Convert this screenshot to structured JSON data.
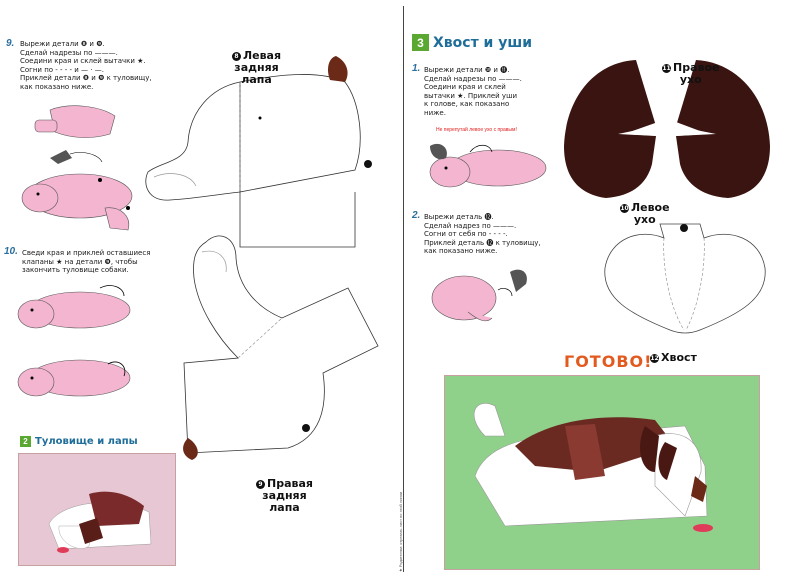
{
  "left": {
    "step9": {
      "number": "9.",
      "text": "Вырежи детали ❽ и ❾.\nСделай надрезы по ———.\nСоедини края и склей вытачки ★.\nСогни по - - - - и — · —.\nПриклей детали ❽ и ❾ к туловищу,\nкак показано ниже."
    },
    "step10": {
      "number": "10.",
      "text": "Сведи края и приклей оставшиеся\nклапаны ★ на детали ❾, чтобы\nзакончить туловище собаки."
    },
    "part8": {
      "num": "8",
      "label": "Левая\nзадняя\nлапа"
    },
    "part9": {
      "num": "9",
      "label": "Правая\nзадняя\nлапа"
    },
    "section2": {
      "num": "2",
      "title": "Туловище и лапы"
    },
    "vertical_note": "★ Родителям: отрезать лист по этой линии"
  },
  "right": {
    "section3": {
      "num": "3",
      "title": "Хвост и уши"
    },
    "step1": {
      "number": "1.",
      "text": "Вырежи детали ❿ и ⓫.\nСделай надрезы по ———.\nСоедини края и склей\nвытачки ★. Приклей уши\nк голове, как показано\nниже."
    },
    "red_note": "Не перепутай левое ухо с правым!",
    "step2": {
      "number": "2.",
      "text": "Вырежи деталь ⓬.\nСделай надрез по ———.\nСогни от себя по - - - -.\nПриклей деталь ⓬ к туловищу,\nкак показано ниже."
    },
    "part11": {
      "num": "11",
      "label": "Правое\nухо"
    },
    "part10": {
      "num": "10",
      "label": "Левое\nухо"
    },
    "part12": {
      "num": "12",
      "label": "Хвост"
    },
    "done": "ГОТОВО!"
  },
  "colors": {
    "section_green": "#5aa832",
    "title_blue": "#1f6e9a",
    "ear_brown": "#3a1410",
    "paw_brown": "#6b2a18",
    "pink": "#f3b5cf",
    "photo_green_bg": "#8fd18a",
    "photo_pink_bg": "#e7c7d3",
    "done_orange": "#e35a1f"
  }
}
